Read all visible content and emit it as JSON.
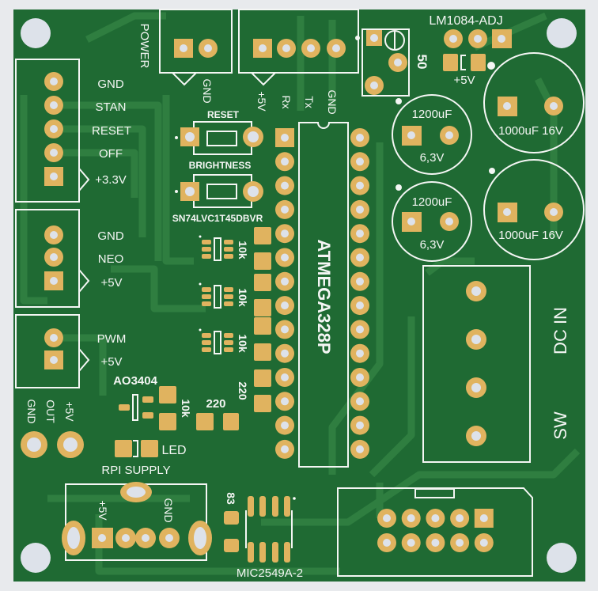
{
  "colors": {
    "background": "#e8eaed",
    "board": "#1f6a33",
    "trace": "#2f7e40",
    "copper": "#e0b35f",
    "silkscreen": "#f4f6f4",
    "drill": "#dde2ea"
  },
  "labels": {
    "power": "POWER",
    "power_gnd": "GND",
    "serial_5v": "+5V",
    "serial_rx": "Rx",
    "serial_tx": "Tx",
    "serial_gnd": "GND",
    "reset": "RESET",
    "brightness": "BRIGHTNESS",
    "level_shifter": "SN74LVC1T45DBVR",
    "j1": [
      "GND",
      "STAN",
      "RESET",
      "OFF",
      "+3.3V"
    ],
    "j2": [
      "GND",
      "NEO",
      "+5V"
    ],
    "j3": [
      "PWM",
      "+5V"
    ],
    "out_gnd": "GND",
    "out_out": "OUT",
    "out_5v": "+5V",
    "mosfet": "AO3404",
    "r_gate": "10k",
    "r_led": "220",
    "led": "LED",
    "rpi_supply": "RPI SUPPLY",
    "usb_5v": "+5V",
    "usb_gnd": "GND",
    "r_83": "83",
    "switch_ic": "MIC2549A-2",
    "mcu": "ATMEGA328P",
    "r_10k": [
      "10k",
      "10k",
      "10k"
    ],
    "r_220": "220",
    "regulator": "LM1084-ADJ",
    "trimpot": "50",
    "reg_5v": "+5V",
    "cap_small": {
      "value": "1200uF",
      "voltage": "6,3V"
    },
    "cap_large": "1000uF 16V",
    "dc_in": "DC IN",
    "sw": "SW"
  }
}
